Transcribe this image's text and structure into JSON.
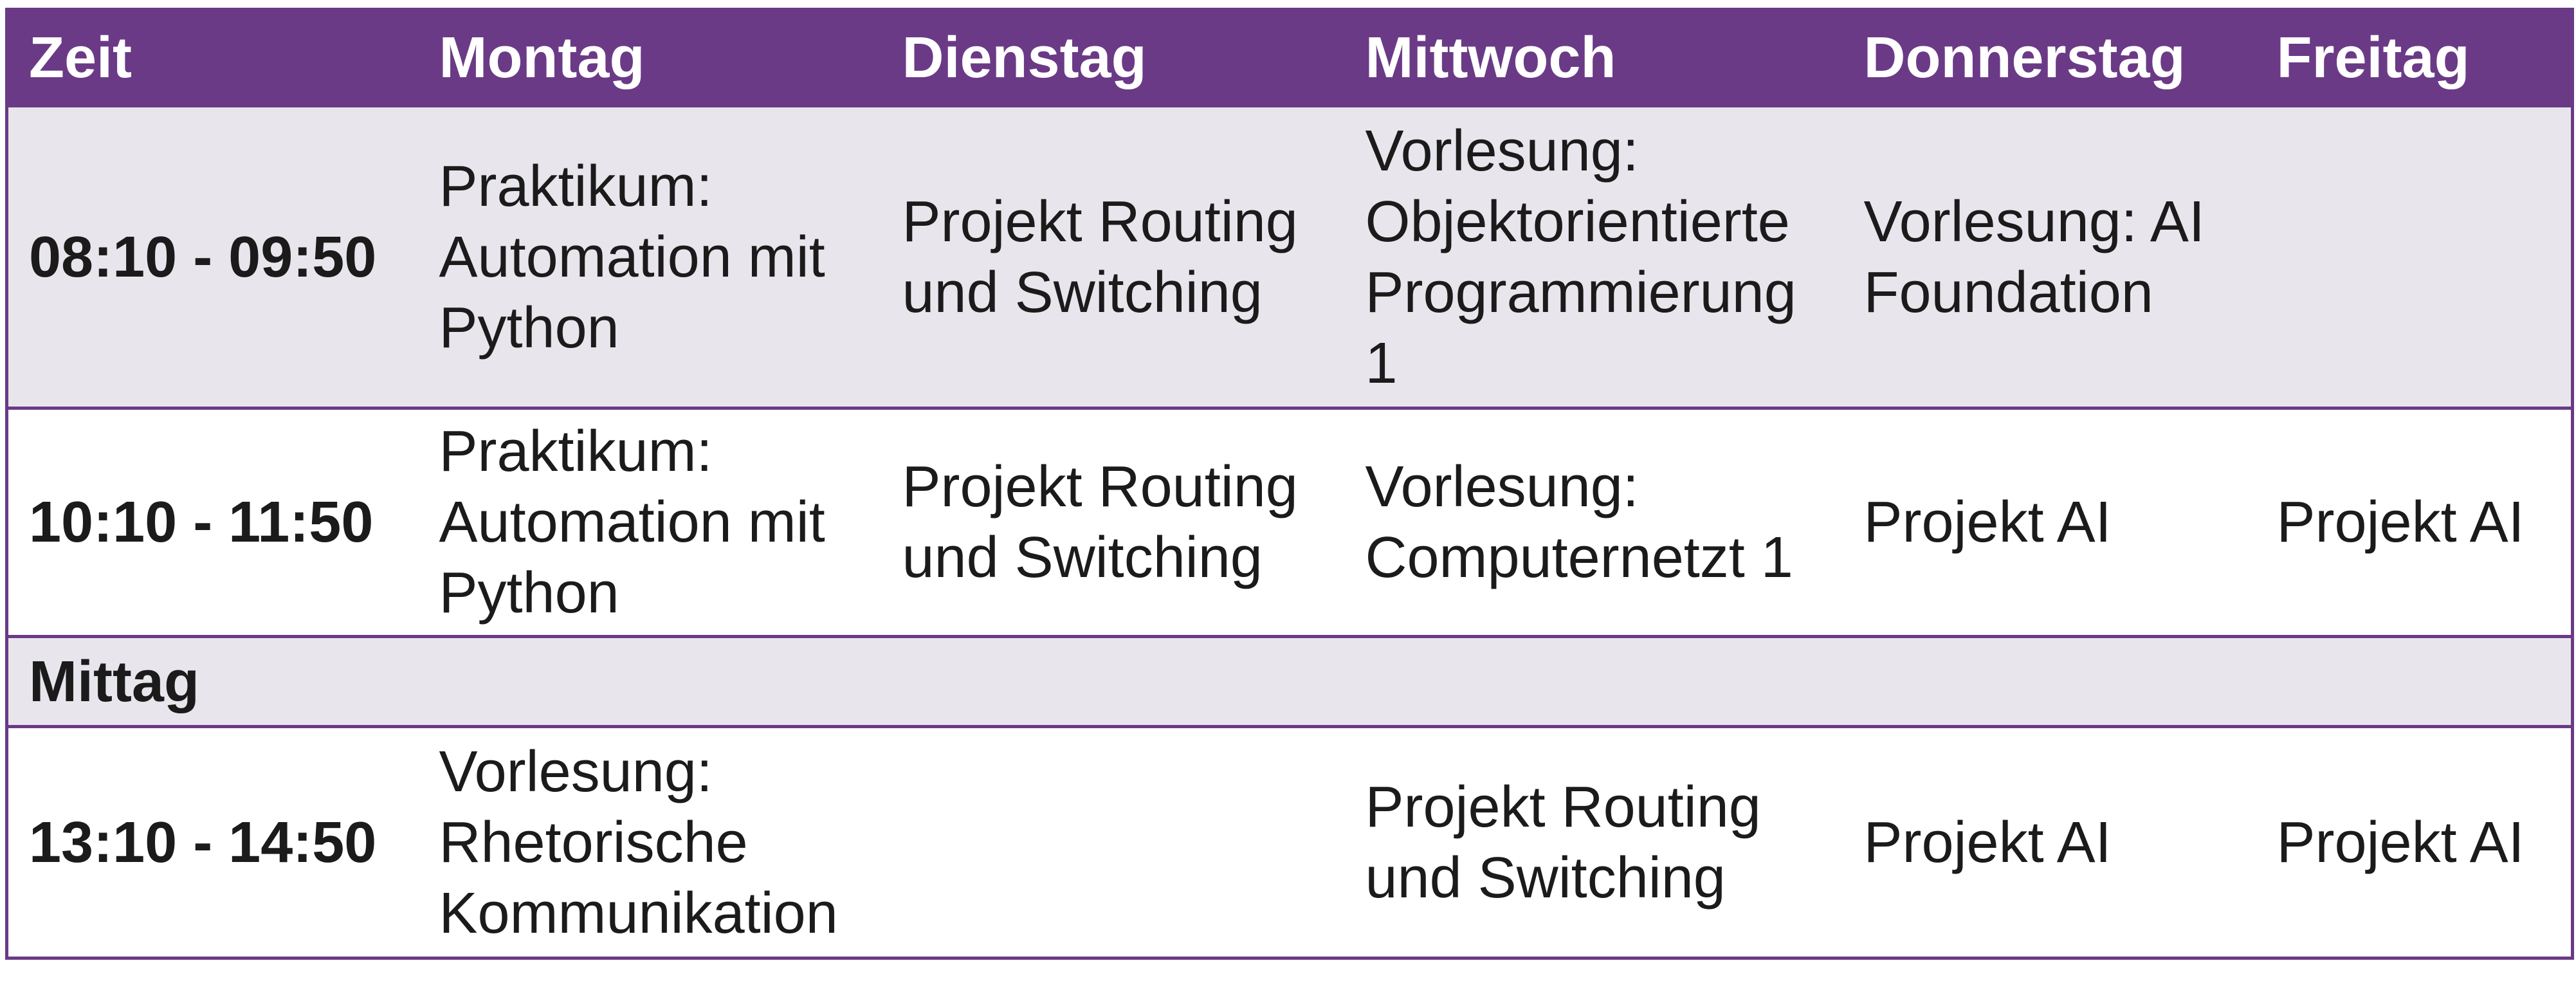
{
  "colors": {
    "header_bg": "#6b3a86",
    "header_text": "#ffffff",
    "row_shaded": "#e8e6ec",
    "row_plain": "#ffffff",
    "border": "#6b3a86",
    "text": "#1b1b1b"
  },
  "header": {
    "time": "Zeit",
    "days": [
      "Montag",
      "Dienstag",
      "Mittwoch",
      "Donnerstag",
      "Freitag"
    ]
  },
  "rows": [
    {
      "time": "08:10 - 09:50",
      "cells": [
        "Praktikum: Automation mit Python",
        "Projekt Routing und Switching",
        "Vorlesung: Objektorientierte Programmierung 1",
        "Vorlesung: AI Foundation",
        ""
      ]
    },
    {
      "time": "10:10 - 11:50",
      "cells": [
        "Praktikum: Automation mit Python",
        "Projekt Routing und Switching",
        "Vorlesung: Computernetzt 1",
        "Projekt AI",
        "Projekt AI"
      ]
    },
    {
      "time": "13:10 - 14:50",
      "cells": [
        "Vorlesung: Rhetorische Kommunikation",
        "",
        "Projekt Routing und Switching",
        "Projekt AI",
        "Projekt AI"
      ]
    }
  ],
  "lunch": {
    "label": "Mittag"
  }
}
